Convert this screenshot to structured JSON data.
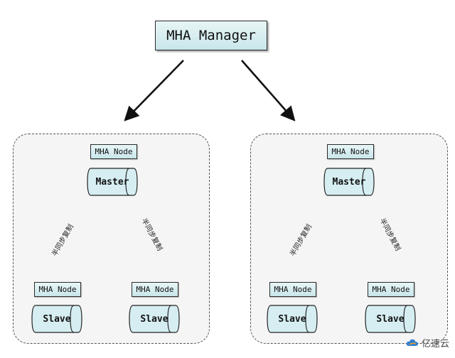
{
  "manager": {
    "label": "MHA Manager"
  },
  "groups": [
    {
      "master": {
        "node_label": "MHA Node",
        "db_label": "Master"
      },
      "replication_label": "半同步复制",
      "slaves": [
        {
          "node_label": "MHA Node",
          "db_label": "Slave"
        },
        {
          "node_label": "MHA Node",
          "db_label": "Slave"
        }
      ]
    },
    {
      "master": {
        "node_label": "MHA Node",
        "db_label": "Master"
      },
      "replication_label": "半同步复制",
      "slaves": [
        {
          "node_label": "MHA Node",
          "db_label": "Slave"
        },
        {
          "node_label": "MHA Node",
          "db_label": "Slave"
        }
      ]
    }
  ],
  "watermark": {
    "text": "亿速云",
    "icon": "cloud-logo-icon"
  },
  "colors": {
    "box_top": "#e8f6f7",
    "box_bottom": "#c9e6ea",
    "group_bg": "#f5f5f5",
    "arrow": "#111111"
  }
}
